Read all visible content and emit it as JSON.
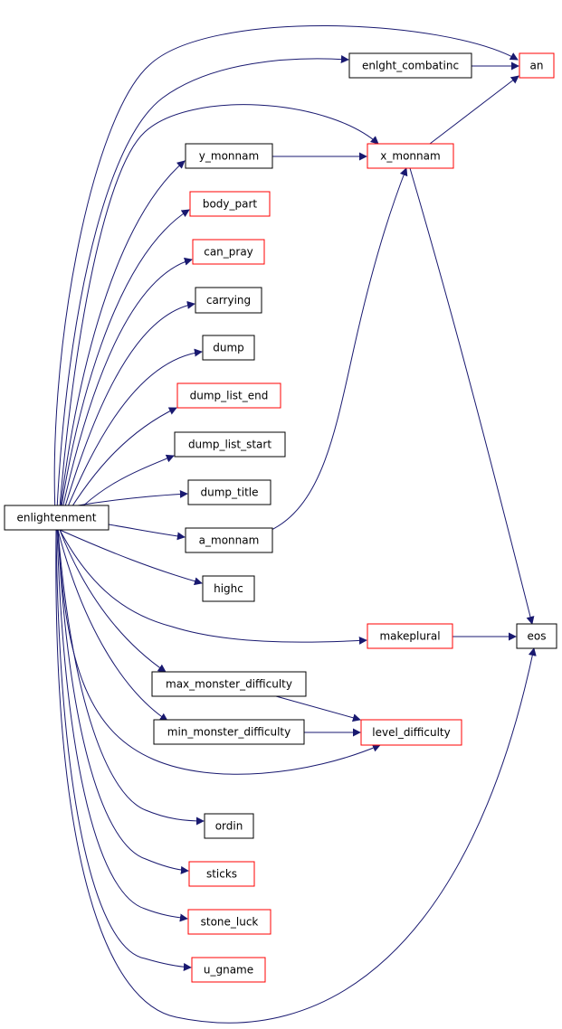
{
  "colors": {
    "edge": "#191970",
    "root_fill": "#bfbfbf",
    "node_fill": "#ffffff",
    "stroke_black": "#000000",
    "stroke_red": "#ff0000"
  },
  "nodes": [
    {
      "id": "enlightenment",
      "label": "enlightenment",
      "border": "black",
      "root": true
    },
    {
      "id": "enlght_combatinc",
      "label": "enlght_combatinc",
      "border": "black"
    },
    {
      "id": "an",
      "label": "an",
      "border": "red"
    },
    {
      "id": "y_monnam",
      "label": "y_monnam",
      "border": "black"
    },
    {
      "id": "x_monnam",
      "label": "x_monnam",
      "border": "red"
    },
    {
      "id": "body_part",
      "label": "body_part",
      "border": "red"
    },
    {
      "id": "can_pray",
      "label": "can_pray",
      "border": "red"
    },
    {
      "id": "carrying",
      "label": "carrying",
      "border": "black"
    },
    {
      "id": "dump",
      "label": "dump",
      "border": "black"
    },
    {
      "id": "dump_list_end",
      "label": "dump_list_end",
      "border": "red"
    },
    {
      "id": "dump_list_start",
      "label": "dump_list_start",
      "border": "black"
    },
    {
      "id": "dump_title",
      "label": "dump_title",
      "border": "black"
    },
    {
      "id": "a_monnam",
      "label": "a_monnam",
      "border": "black"
    },
    {
      "id": "highc",
      "label": "highc",
      "border": "black"
    },
    {
      "id": "makeplural",
      "label": "makeplural",
      "border": "red"
    },
    {
      "id": "eos",
      "label": "eos",
      "border": "black"
    },
    {
      "id": "max_monster_difficulty",
      "label": "max_monster_difficulty",
      "border": "black"
    },
    {
      "id": "min_monster_difficulty",
      "label": "min_monster_difficulty",
      "border": "black"
    },
    {
      "id": "level_difficulty",
      "label": "level_difficulty",
      "border": "red"
    },
    {
      "id": "ordin",
      "label": "ordin",
      "border": "black"
    },
    {
      "id": "sticks",
      "label": "sticks",
      "border": "red"
    },
    {
      "id": "stone_luck",
      "label": "stone_luck",
      "border": "red"
    },
    {
      "id": "u_gname",
      "label": "u_gname",
      "border": "red"
    }
  ],
  "edges": [
    {
      "from": "enlightenment",
      "to": "an"
    },
    {
      "from": "enlightenment",
      "to": "enlght_combatinc"
    },
    {
      "from": "enlightenment",
      "to": "x_monnam"
    },
    {
      "from": "enlightenment",
      "to": "y_monnam"
    },
    {
      "from": "enlightenment",
      "to": "body_part"
    },
    {
      "from": "enlightenment",
      "to": "can_pray"
    },
    {
      "from": "enlightenment",
      "to": "carrying"
    },
    {
      "from": "enlightenment",
      "to": "dump"
    },
    {
      "from": "enlightenment",
      "to": "dump_list_end"
    },
    {
      "from": "enlightenment",
      "to": "dump_list_start"
    },
    {
      "from": "enlightenment",
      "to": "dump_title"
    },
    {
      "from": "enlightenment",
      "to": "a_monnam"
    },
    {
      "from": "enlightenment",
      "to": "highc"
    },
    {
      "from": "enlightenment",
      "to": "makeplural"
    },
    {
      "from": "enlightenment",
      "to": "max_monster_difficulty"
    },
    {
      "from": "enlightenment",
      "to": "min_monster_difficulty"
    },
    {
      "from": "enlightenment",
      "to": "level_difficulty"
    },
    {
      "from": "enlightenment",
      "to": "ordin"
    },
    {
      "from": "enlightenment",
      "to": "sticks"
    },
    {
      "from": "enlightenment",
      "to": "stone_luck"
    },
    {
      "from": "enlightenment",
      "to": "u_gname"
    },
    {
      "from": "enlightenment",
      "to": "eos"
    },
    {
      "from": "enlght_combatinc",
      "to": "an"
    },
    {
      "from": "y_monnam",
      "to": "x_monnam"
    },
    {
      "from": "x_monnam",
      "to": "an"
    },
    {
      "from": "x_monnam",
      "to": "eos"
    },
    {
      "from": "a_monnam",
      "to": "x_monnam"
    },
    {
      "from": "makeplural",
      "to": "eos"
    },
    {
      "from": "max_monster_difficulty",
      "to": "level_difficulty"
    },
    {
      "from": "min_monster_difficulty",
      "to": "level_difficulty"
    }
  ]
}
